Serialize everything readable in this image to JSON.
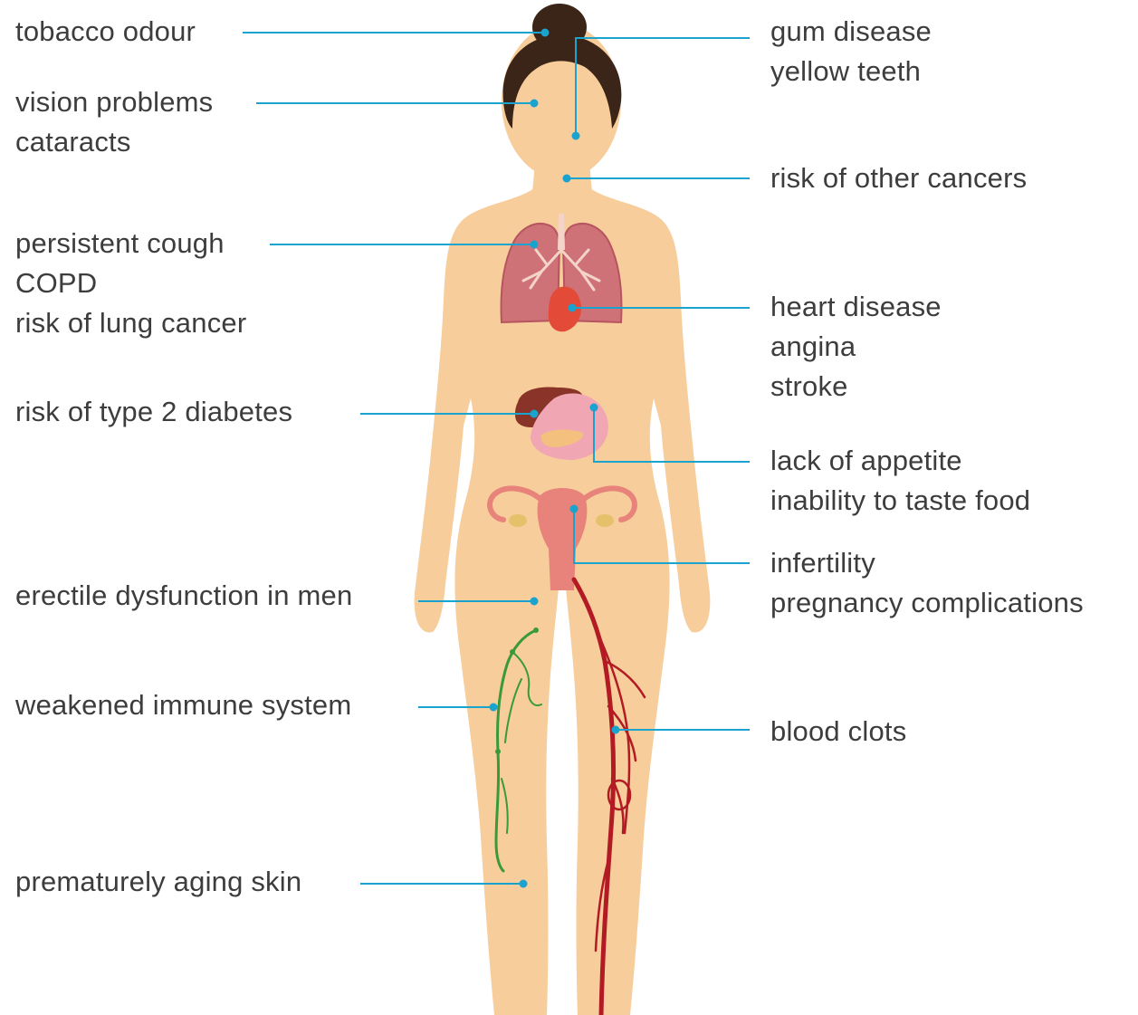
{
  "colors": {
    "skin": "#f7cd9b",
    "hair": "#3b2418",
    "leader": "#1aa3cf",
    "lung": "#cf7278",
    "lung_stroke": "#b65460",
    "lung_vessel": "#f4d3c9",
    "heart": "#e44a38",
    "liver": "#8a3328",
    "stomach": "#f1a6b4",
    "pancreas": "#f3c07d",
    "uterus": "#e7837a",
    "ovary": "#e6c06a",
    "veins": "#b21b24",
    "lymph": "#3a9a3a",
    "text": "#3d3d3d"
  },
  "labels": {
    "left": [
      {
        "id": "tobacco",
        "lines": [
          "tobacco odour"
        ]
      },
      {
        "id": "vision",
        "lines": [
          "vision problems",
          "cataracts"
        ]
      },
      {
        "id": "cough",
        "lines": [
          "persistent cough",
          "COPD",
          "risk of lung cancer"
        ]
      },
      {
        "id": "diabetes",
        "lines": [
          "risk of type 2 diabetes"
        ]
      },
      {
        "id": "erectile",
        "lines": [
          "erectile dysfunction in men"
        ]
      },
      {
        "id": "immune",
        "lines": [
          "weakened immune system"
        ]
      },
      {
        "id": "skin",
        "lines": [
          "prematurely aging skin"
        ]
      }
    ],
    "right": [
      {
        "id": "gum",
        "lines": [
          "gum disease",
          "yellow teeth"
        ]
      },
      {
        "id": "cancers",
        "lines": [
          "risk of other cancers"
        ]
      },
      {
        "id": "heart",
        "lines": [
          "heart disease",
          "angina",
          "stroke"
        ]
      },
      {
        "id": "appetite",
        "lines": [
          "lack of appetite",
          "inability to taste food"
        ]
      },
      {
        "id": "fertility",
        "lines": [
          "infertility",
          "pregnancy complications"
        ]
      },
      {
        "id": "clots",
        "lines": [
          "blood clots"
        ]
      }
    ]
  }
}
